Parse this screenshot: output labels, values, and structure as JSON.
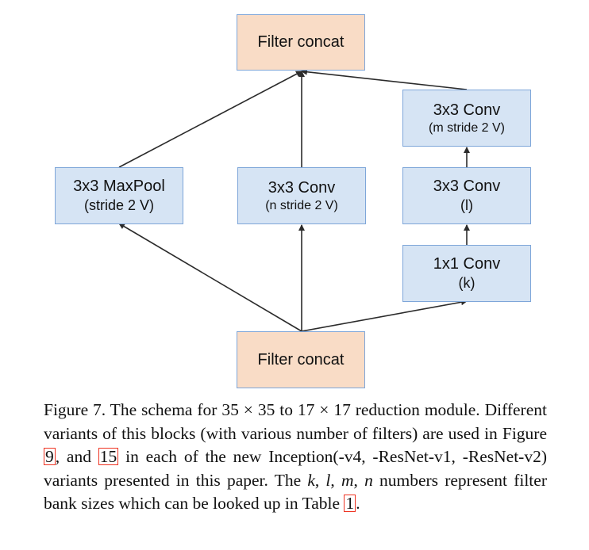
{
  "diagram": {
    "top_concat": {
      "label": "Filter concat"
    },
    "maxpool": {
      "line1": "3x3 MaxPool",
      "line2": "(stride 2 V)"
    },
    "conv_mid": {
      "line1": "3x3 Conv",
      "line2": "(n stride 2 V)"
    },
    "conv_top_right": {
      "line1": "3x3 Conv",
      "line2": "(m stride 2 V)"
    },
    "conv_mid_right": {
      "line1": "3x3 Conv",
      "line2": "(l)"
    },
    "conv_1x1": {
      "line1": "1x1 Conv",
      "line2": "(k)"
    },
    "bottom_concat": {
      "label": "Filter concat"
    },
    "colors": {
      "conv_fill": "#d6e4f4",
      "conv_border": "#7ea6d9",
      "concat_fill": "#f9dcc6",
      "edge": "#2b2b2b",
      "reference_box": "#e32"
    }
  },
  "caption": {
    "prefix": "Figure 7. The schema for ",
    "math_a": "35",
    "times_1": "×",
    "math_b": "35",
    "mid": " to ",
    "math_c": "17",
    "times_2": "×",
    "math_d": "17",
    "after_math": " reduction module. Different variants of this blocks (with various number of filters) are used in Figure ",
    "ref_9": "9",
    "between_refs": ", and ",
    "ref_15": "15",
    "after_refs": " in each of the new Inception(-v4, -ResNet-v1, -ResNet-v2) variants presented in this paper. The ",
    "var_k": "k",
    "comma_1": ", ",
    "var_l": "l",
    "comma_2": ",",
    "newline_sep": " ",
    "var_m": "m",
    "comma_3": ", ",
    "var_n": "n",
    "after_vars": " numbers represent filter bank sizes which can be looked up in Table ",
    "ref_1": "1",
    "end": "."
  }
}
